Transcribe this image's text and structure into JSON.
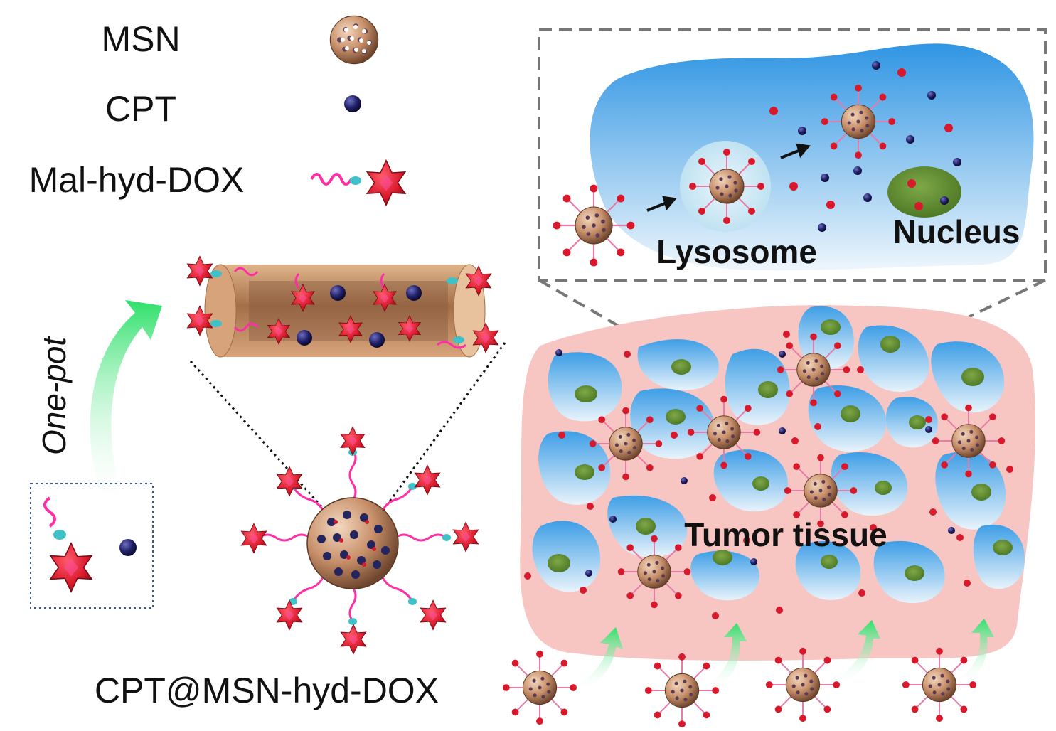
{
  "legend": {
    "msn": "MSN",
    "cpt": "CPT",
    "maldox": "Mal-hyd-DOX"
  },
  "labels": {
    "one_pot": "One-pot",
    "product": "CPT@MSN-hyd-DOX",
    "lysosome": "Lysosome",
    "nucleus": "Nucleus",
    "tumor": "Tumor tissue"
  },
  "colors": {
    "msn": "#c8906a",
    "cpt": "#1f1f66",
    "dox": "#d8192b",
    "linker": "#ff2ea6",
    "green_arrow": "#37e06a",
    "tumor_bg": "#f7c6c3",
    "cell_blue": "#4aa6e6",
    "nucleus": "#5c8a2f",
    "dashed_box": "#777777"
  }
}
